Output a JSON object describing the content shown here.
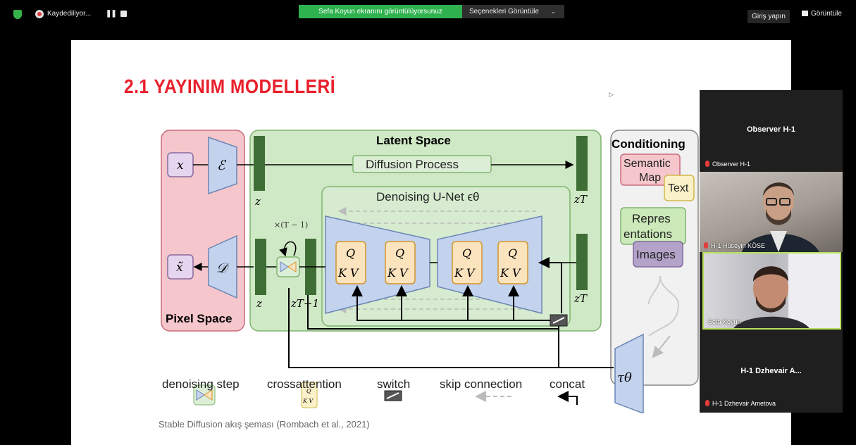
{
  "topbar": {
    "recording_label": "Kaydediliyor...",
    "pause_label": "❚❚",
    "share_status": "Sefa Koyun ekranını görüntülüyorsunuz",
    "view_options": "Seçenekleri Görüntüle",
    "sign_in": "Giriş yapın",
    "view": "Görüntüle"
  },
  "slide": {
    "title": "2.1 YAYINIM MODELLERİ",
    "caption": "Stable Diffusion akış şeması (Rombach et al., 2021)",
    "diagram": {
      "pixel_space": "Pixel Space",
      "latent_space": "Latent Space",
      "conditioning": "Conditioning",
      "diffusion_process": "Diffusion Process",
      "unet": "Denoising U-Net ϵθ",
      "x": "x",
      "x_tilde": "x̃",
      "encoder": "ℰ",
      "decoder": "𝒟",
      "z": "z",
      "z_t": "zT",
      "z_t_minus_1": "zT−1",
      "times": "×(T − 1)",
      "q": "Q",
      "kv": "K V",
      "tau": "τθ",
      "semantic_map": [
        "Semantic",
        "Map"
      ],
      "text": "Text",
      "representations": [
        "Repres",
        "entations"
      ],
      "images": "Images",
      "legend": [
        "denoising step",
        "crossattention",
        "switch",
        "skip connection",
        "concat"
      ]
    }
  },
  "participants": {
    "observer_title": "Observer H-1",
    "observer_label": "Observer H-1",
    "huseyin_label": "H-1 Hüseyin KÖSE",
    "sefa_label": "Sefa Koyun",
    "dzhevair_title": "H-1 Dzhevair A...",
    "dzhevair_label": "H-1 Dzhevair Ametova"
  }
}
